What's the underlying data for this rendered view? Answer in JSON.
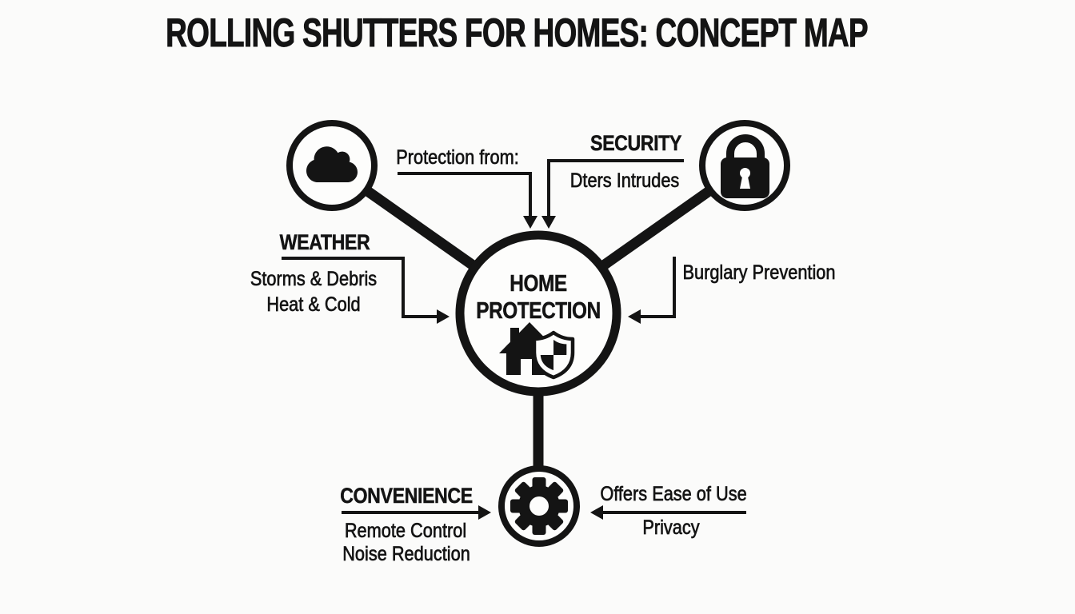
{
  "title": "ROLLING SHUTTERS FOR HOMES: CONCEPT MAP",
  "colors": {
    "ink": "#141414",
    "paper": "#fbfbfa"
  },
  "connector_label": "Protection from:",
  "center_node": {
    "line1": "HOME",
    "line2": "PROTECTION",
    "icon": "house-shield-icon"
  },
  "branches": {
    "weather": {
      "heading": "WEATHER",
      "icon": "cloud-icon",
      "details": [
        "Storms & Debris",
        "Heat & Cold"
      ]
    },
    "security": {
      "heading": "SECURITY",
      "icon": "lock-icon",
      "detail": "Dters Intrudes",
      "benefit": "Burglary Prevention"
    },
    "convenience": {
      "heading": "CONVENIENCE",
      "icon": "gear-icon",
      "details": [
        "Remote Control",
        "Noise Reduction"
      ],
      "benefits": [
        "Offers Ease of Use",
        "Privacy"
      ]
    }
  }
}
